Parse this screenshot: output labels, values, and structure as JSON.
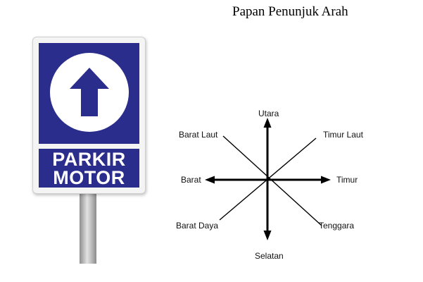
{
  "title": "Papan Penunjuk Arah",
  "sign": {
    "line1": "PARKIR",
    "line2": "MOTOR",
    "arrow_icon": "up-arrow-icon",
    "panel_color": "#2b2d8c"
  },
  "compass": {
    "north": "Utara",
    "northeast": "Timur Laut",
    "east": "Timur",
    "southeast": "Tenggara",
    "south": "Selatan",
    "southwest": "Barat Daya",
    "west": "Barat",
    "northwest": "Barat Laut"
  }
}
